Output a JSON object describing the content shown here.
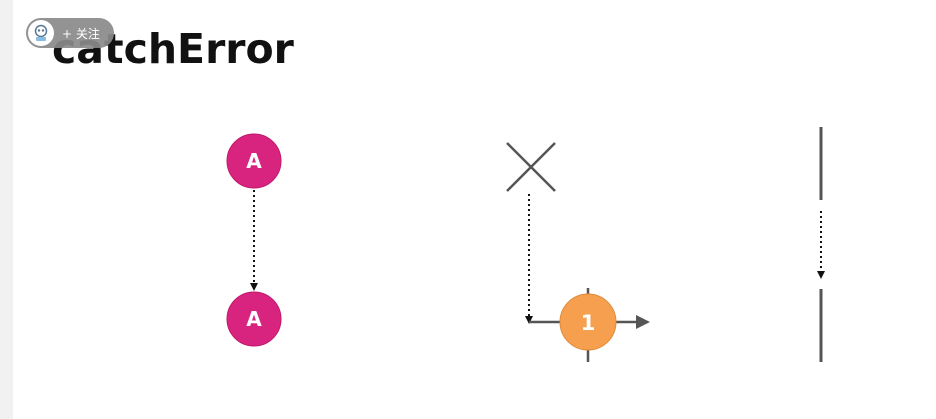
{
  "overlay": {
    "follow_label": "+ 关注"
  },
  "title": "catchError",
  "diagram": {
    "source_value": "A",
    "output_value": "A",
    "error_symbol": "x-mark",
    "replacement_value": "1",
    "colors": {
      "source_circle": "#d8247f",
      "replacement_circle": "#f6a04f",
      "lines": "#555555",
      "dotted": "#111111"
    }
  }
}
